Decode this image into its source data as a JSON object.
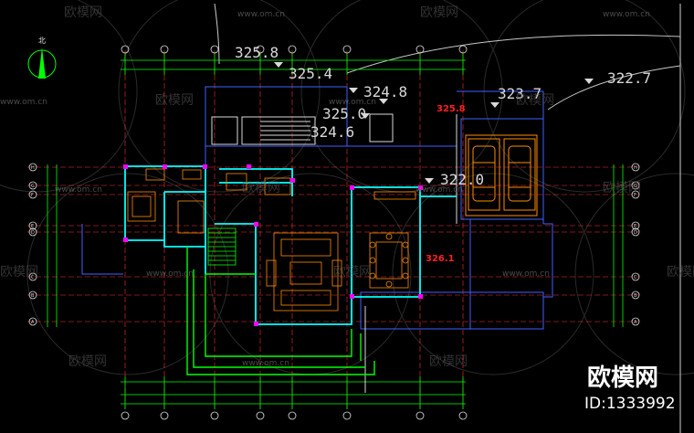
{
  "drawing": {
    "elevations_white": [
      "325.8",
      "325.4",
      "324.8",
      "323.7",
      "322.7",
      "325.0",
      "324.6",
      "322.0"
    ],
    "elevations_red": [
      "325.8",
      "326.1"
    ],
    "north_label": "北",
    "axis_labels_left": [
      "H",
      "G",
      "F",
      "E",
      "D",
      "C",
      "B",
      "A"
    ],
    "axis_labels_right": [
      "H",
      "G",
      "F",
      "E",
      "D",
      "C",
      "B",
      "A"
    ]
  },
  "watermark": {
    "brand": "欧模网",
    "url": "www.om.cn",
    "id_text": "ID:1333992"
  },
  "colors": {
    "background": "#000000",
    "grid": "#ff3030",
    "wall": "#00ffff",
    "dimension": "#00ff00",
    "outline": "#4060ff",
    "furniture": "#ff8c00",
    "column": "#ff00ff"
  }
}
